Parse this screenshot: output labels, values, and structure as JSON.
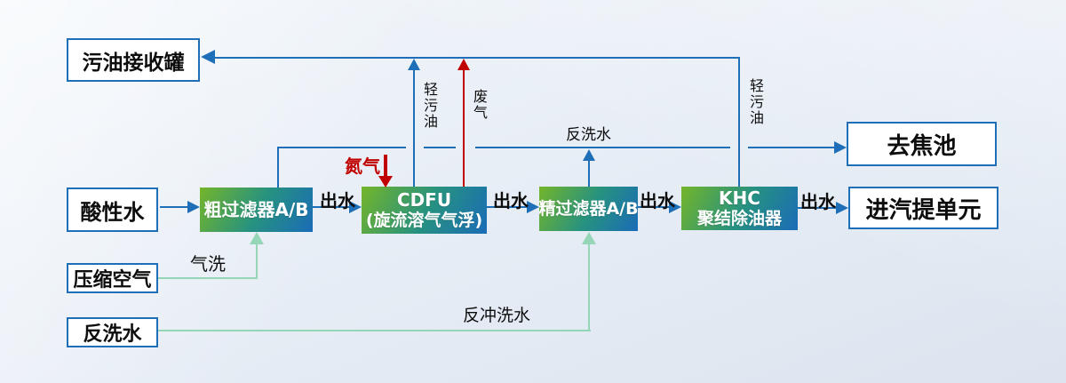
{
  "diagram": {
    "type": "process-flow",
    "boxes": {
      "dirty_oil_tank": "污油接收罐",
      "acid_water": "酸性水",
      "compressed_air": "压缩空气",
      "backwash_water": "反洗水",
      "coke_pond": "去焦池",
      "stripping_unit": "进汽提单元"
    },
    "process_units": {
      "coarse_filter": "粗过滤器A/B",
      "cdfu_line1": "CDFU",
      "cdfu_line2": "(旋流溶气气浮)",
      "fine_filter": "精过滤器A/B",
      "khc_line1": "KHC",
      "khc_line2": "聚结除油器"
    },
    "flow_labels": {
      "outlet_water": "出水",
      "gas_wash": "气洗",
      "backflush_water": "反冲洗水",
      "backwash_water": "反洗水",
      "light_dirty_oil": "轻污油",
      "waste_gas": "废气",
      "nitrogen": "氮气"
    },
    "colors": {
      "line_blue": "#1e6fb7",
      "arrow_red": "#c00000",
      "arrow_light_green": "#94d6b7",
      "unit_gradient_start": "#74b52a",
      "unit_gradient_mid": "#27927f",
      "unit_gradient_end": "#1a6cb7",
      "box_border": "#1e6fb7",
      "box_background": "#ffffff",
      "text": "#0d0d0d"
    }
  }
}
